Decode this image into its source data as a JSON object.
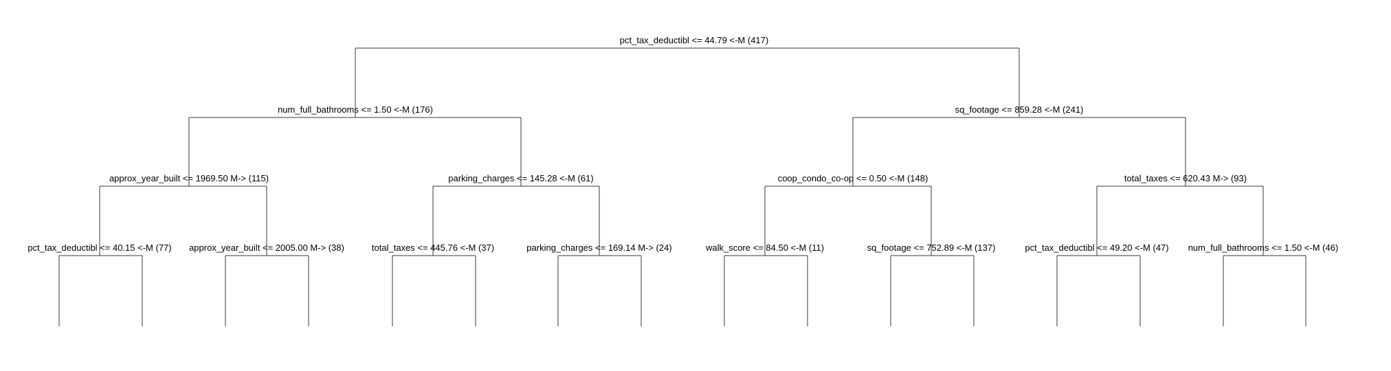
{
  "tree": {
    "nodes": [
      {
        "id": "n1",
        "label": "pct_tax_deductibl <= 44.79 <-M (417)"
      },
      {
        "id": "n2",
        "label": "num_full_bathrooms <= 1.50 <-M (176)"
      },
      {
        "id": "n3",
        "label": "sq_footage <= 859.28 <-M (241)"
      },
      {
        "id": "n4",
        "label": "approx_year_built <= 1969.50 M-> (115)"
      },
      {
        "id": "n5",
        "label": "parking_charges <= 145.28 <-M (61)"
      },
      {
        "id": "n6",
        "label": "coop_condo_co-op <= 0.50 <-M (148)"
      },
      {
        "id": "n7",
        "label": "total_taxes <= 620.43 M-> (93)"
      },
      {
        "id": "n8",
        "label": "pct_tax_deductibl <= 40.15 <-M (77)"
      },
      {
        "id": "n9",
        "label": "approx_year_built <= 2005.00 M-> (38)"
      },
      {
        "id": "n10",
        "label": "total_taxes <= 445.76 <-M (37)"
      },
      {
        "id": "n11",
        "label": "parking_charges <= 169.14 M-> (24)"
      },
      {
        "id": "n12",
        "label": "walk_score <= 84.50 <-M (11)"
      },
      {
        "id": "n13",
        "label": "sq_footage <= 752.89 <-M (137)"
      },
      {
        "id": "n14",
        "label": "pct_tax_deductibl <= 49.20 <-M (47)"
      },
      {
        "id": "n15",
        "label": "num_full_bathrooms <= 1.50 <-M (46)"
      }
    ]
  }
}
